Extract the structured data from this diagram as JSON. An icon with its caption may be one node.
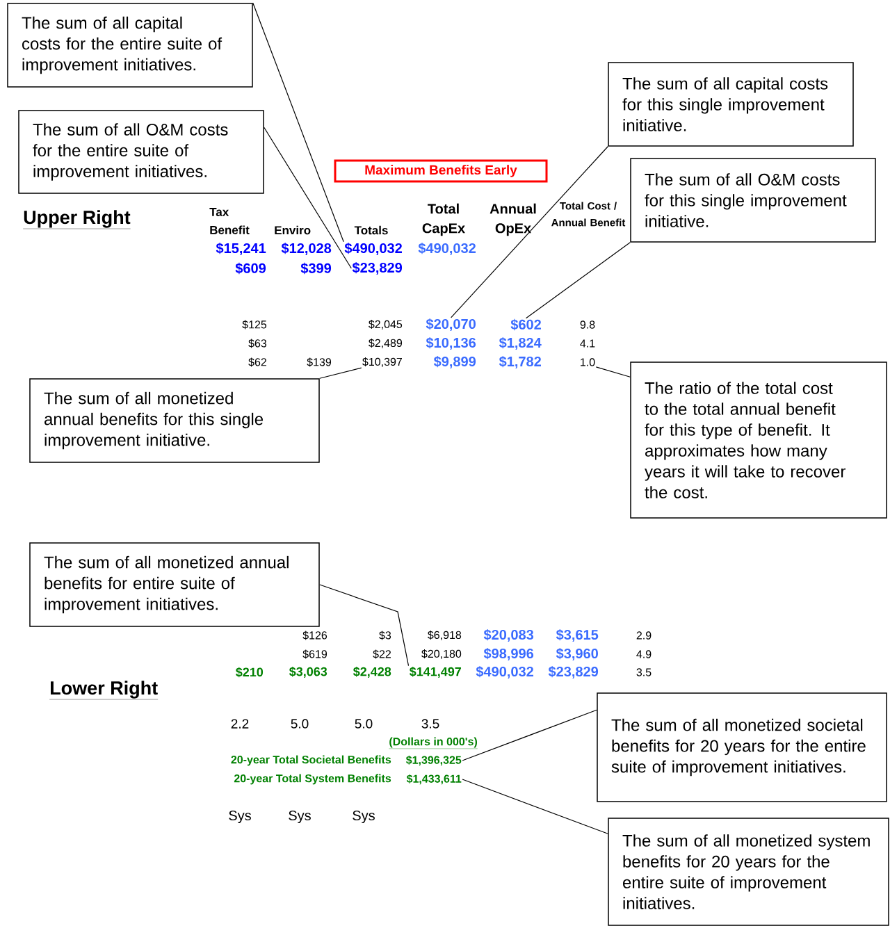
{
  "diagram": {
    "nodes": [
      {
        "text": [
          "The sum of all capital costs for the entire suite of improvement initiatives."
        ]
      },
      {
        "text": [
          "The sum of all O&M costs for the entire suite of improvement initiatives."
        ]
      },
      {
        "text": [
          "The sum of all capital costs for this single improvement initiative."
        ]
      },
      {
        "text": [
          "Maximum Benefits Early"
        ]
      },
      {
        "text": [
          "The sum of all O&M costs for this single improvement initiative."
        ]
      },
      {
        "text": [
          "$490,032"
        ]
      },
      {
        "text": [
          "$23,829"
        ]
      },
      {
        "text": [
          "$20,070"
        ]
      },
      {
        "text": [
          "$602"
        ]
      },
      {
        "text": [
          "$10,397"
        ]
      },
      {
        "text": [
          "1.0"
        ]
      },
      {
        "text": [
          "The ratio of the total cost to the total annual benefit for this type of benefit.  It approximates how many years it will take to recover the cost."
        ]
      },
      {
        "text": [
          "The sum of all monetized annual benefits for this single improvement initiative."
        ]
      },
      {
        "text": [
          "The sum of all monetized annual benefits for entire suite of improvement initiatives."
        ]
      },
      {
        "text": [
          "$141,497"
        ]
      },
      {
        "text": [
          "The sum of all monetized societal benefits for 20 years for the entire suite of improvement initiatives."
        ]
      },
      {
        "text": [
          "$1,396,325"
        ]
      },
      {
        "text": [
          "$1,433,611"
        ]
      },
      {
        "text": [
          "The sum of all monetized system benefits for 20 years for the entire suite of improvement initiatives."
        ]
      }
    ],
    "edges": [
      {
        "from": 0,
        "to": 5,
        "arrow": "none"
      },
      {
        "from": 1,
        "to": 6,
        "arrow": "none"
      },
      {
        "from": 2,
        "to": 7,
        "arrow": "none"
      },
      {
        "from": 4,
        "to": 8,
        "arrow": "none"
      },
      {
        "from": 11,
        "to": 10,
        "arrow": "none"
      },
      {
        "from": 12,
        "to": 9,
        "arrow": "none"
      },
      {
        "from": 13,
        "to": 14,
        "arrow": "none"
      },
      {
        "from": 15,
        "to": 16,
        "arrow": "none"
      },
      {
        "from": 18,
        "to": 17,
        "arrow": "none"
      }
    ],
    "labels": [
      "Upper Right",
      "Tax Benefit",
      "Enviro",
      "Totals",
      "Total CapEx",
      "Annual OpEx",
      "Total Cost / Annual Benefit",
      "$15,241",
      "$12,028",
      "$490,032",
      "$609",
      "$399",
      "$125",
      "$2,045",
      "9.8",
      "$63",
      "$2,489",
      "$10,136",
      "$1,824",
      "4.1",
      "$62",
      "$139",
      "$9,899",
      "$1,782",
      "$126",
      "$3",
      "$6,918",
      "$20,083",
      "$3,615",
      "2.9",
      "$619",
      "$22",
      "$20,180",
      "$98,996",
      "$3,960",
      "4.9",
      "$210",
      "$3,063",
      "$2,428",
      "$490,032",
      "$23,829",
      "3.5",
      "Lower Right",
      "2.2",
      "5.0",
      "5.0",
      "3.5",
      "(Dollars in 000's)",
      "20-year Total Societal Benefits",
      "20-year Total System Benefits",
      "Sys",
      "Sys",
      "Sys"
    ]
  }
}
